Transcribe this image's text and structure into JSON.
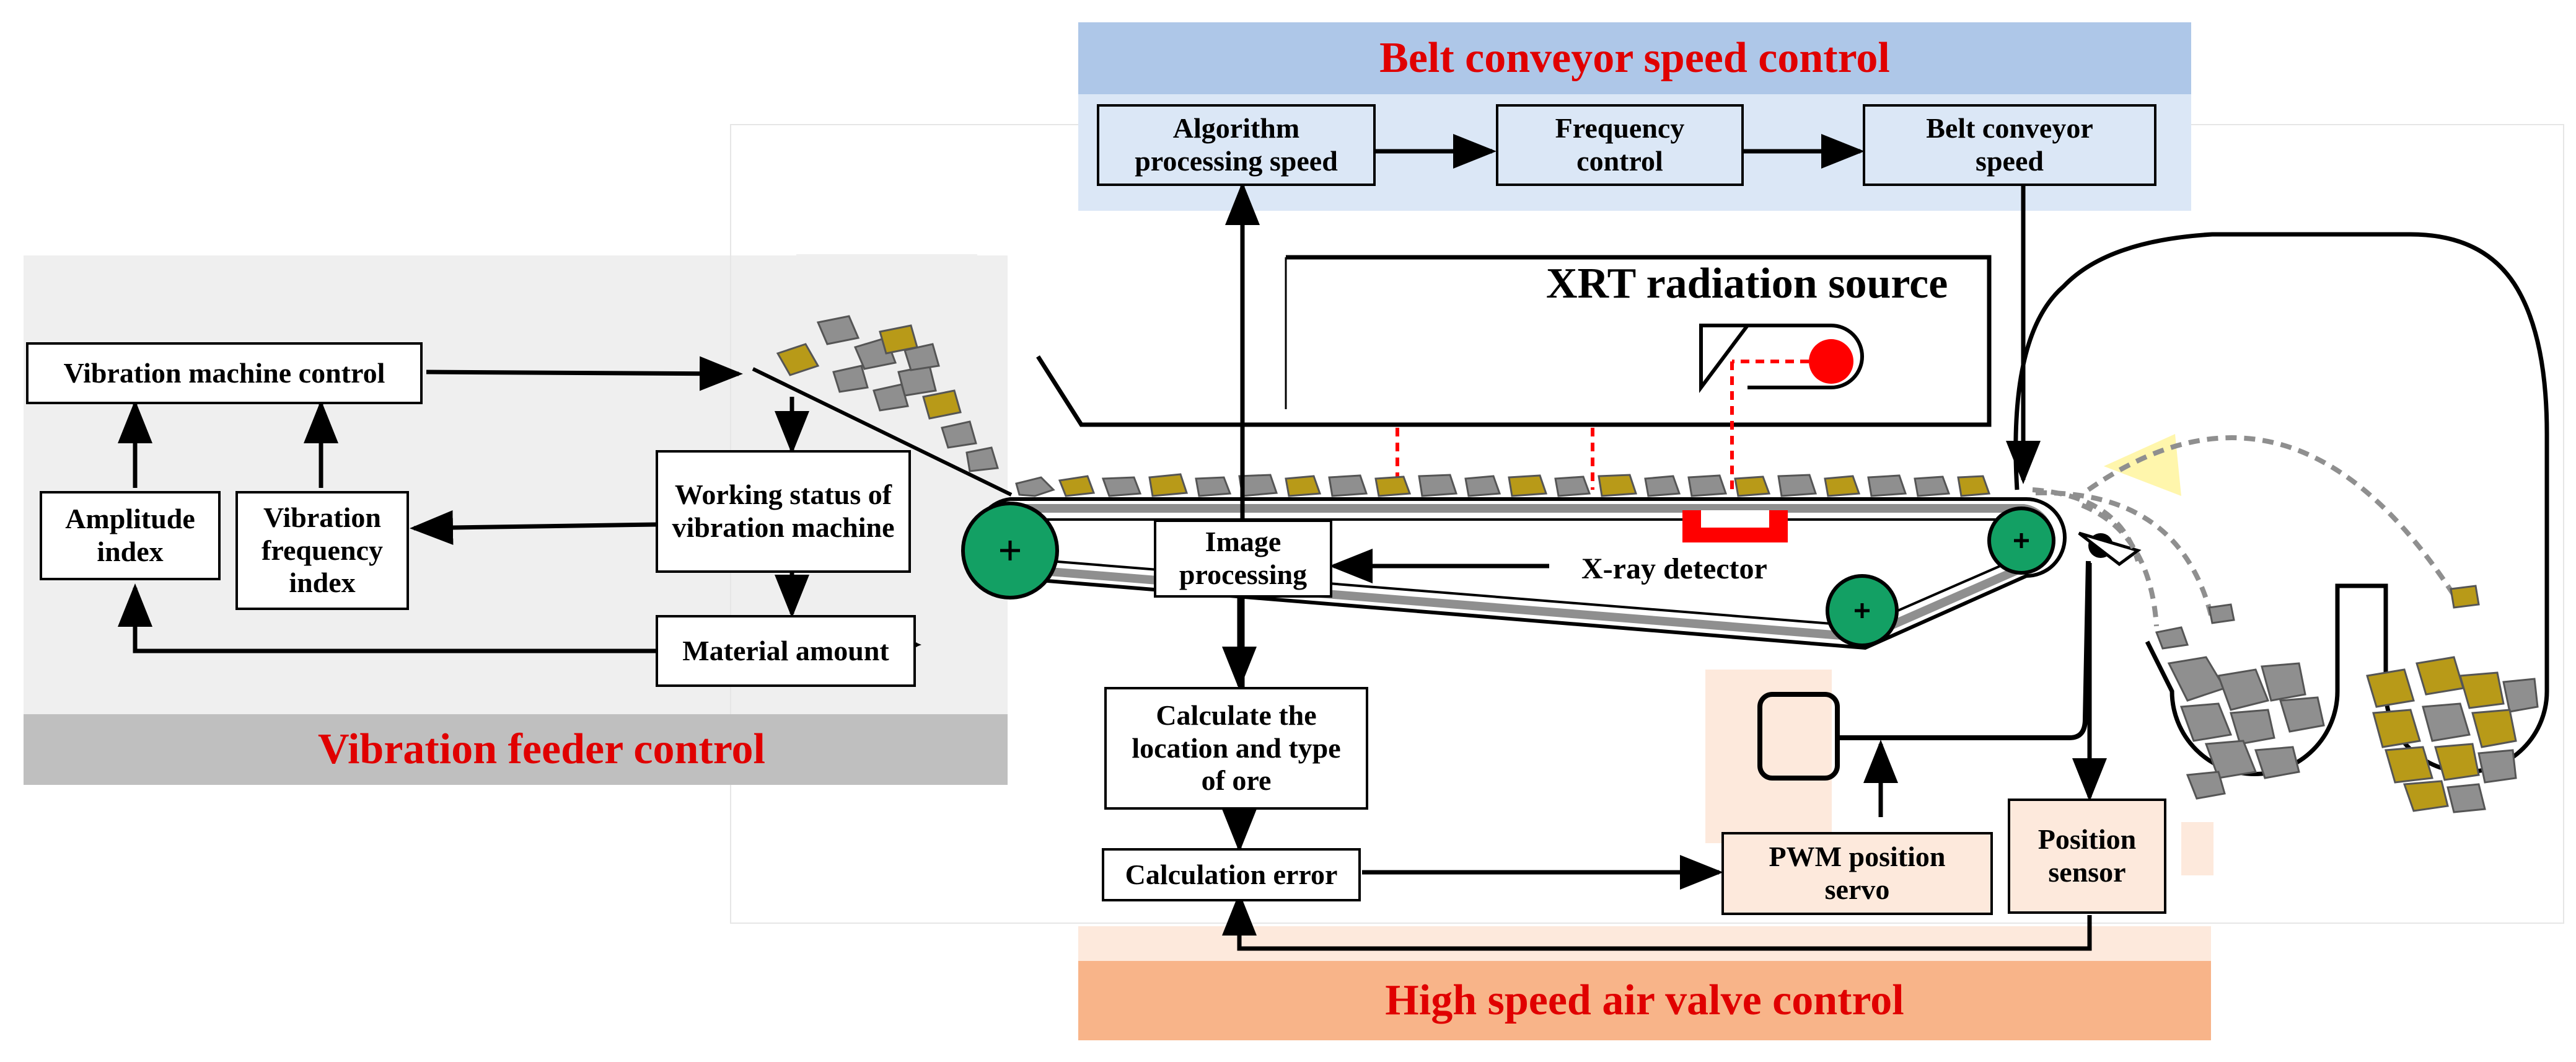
{
  "sections": {
    "belt_conveyor": "Belt conveyor speed control",
    "vibration_feeder": "Vibration feeder control",
    "air_valve": "High speed air valve control"
  },
  "boxes": {
    "algorithm_speed": "Algorithm processing speed",
    "frequency_control": "Frequency control",
    "belt_speed": "Belt conveyor speed",
    "vibration_machine_control": "Vibration machine control",
    "amplitude_index": "Amplitude index",
    "vibration_frequency_index": "Vibration frequency index",
    "working_status": "Working status of vibration machine",
    "material_amount": "Material amount",
    "image_processing": "Image processing",
    "calculate_location": "Calculate the location and type of ore",
    "calculation_error": "Calculation error",
    "pwm_servo": "PWM position servo",
    "position_sensor": "Position sensor"
  },
  "labels": {
    "xrt_source": "XRT radiation source",
    "xray_detector": "X-ray detector"
  },
  "colors": {
    "title_red": "#e00000",
    "blue_band": "#aec7e8",
    "blue_panel": "#dbe7f6",
    "gray_band": "#bfbfbf",
    "gray_panel": "#efefef",
    "orange_band": "#f8b489",
    "peach_panel": "#fde9dc",
    "roller_green": "#13a064",
    "ore_gold": "#b89a18",
    "ore_gray": "#8f8f8f",
    "source_red": "#ff0000"
  }
}
